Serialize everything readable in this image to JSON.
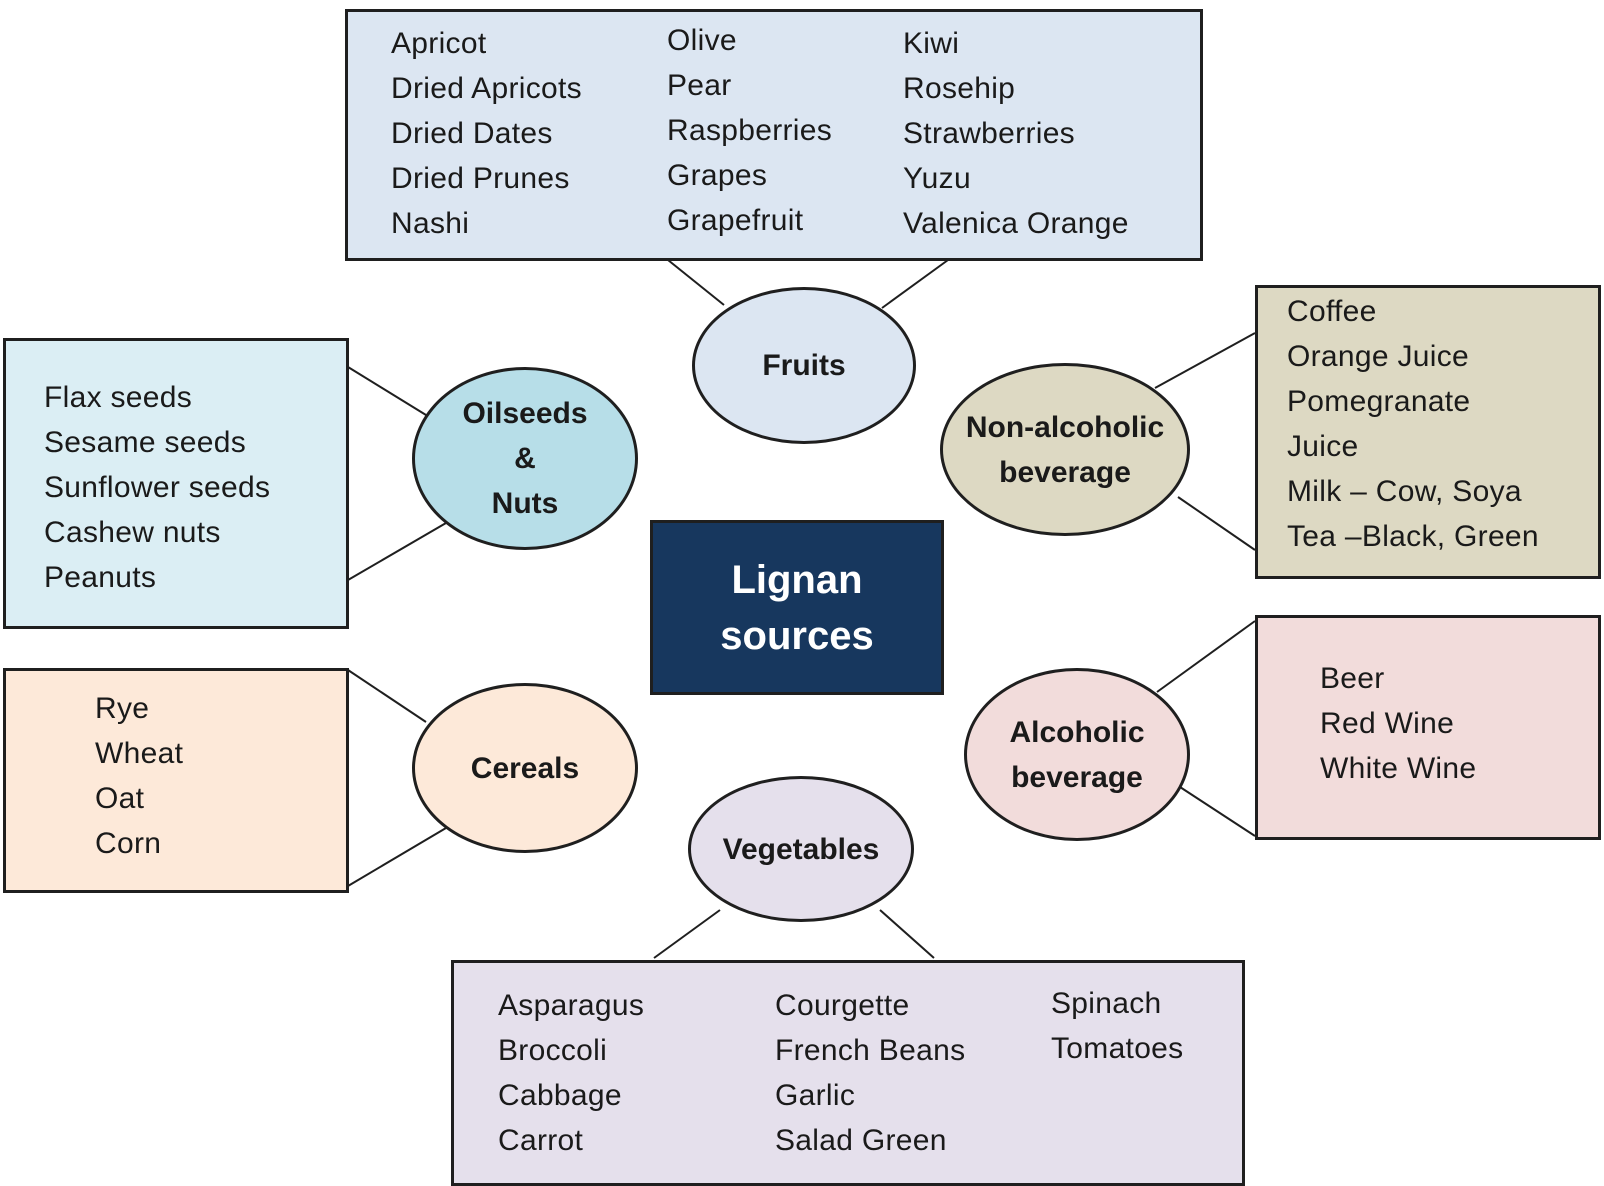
{
  "colors": {
    "fruits": "#dce6f2",
    "oilseeds": "#dbeef4",
    "oilseeds_ellipse": "#b7dee8",
    "nonalcoholic": "#ddd9c3",
    "alcoholic": "#f2dcdb",
    "cereals": "#fde9d9",
    "vegetables": "#e5e0ec",
    "center": "#17375e"
  },
  "center": {
    "title": "Lignan\nsources"
  },
  "categories": {
    "fruits": {
      "label": "Fruits",
      "items": [
        [
          "Apricot",
          "Dried Apricots",
          "Dried Dates",
          "Dried Prunes",
          "Nashi"
        ],
        [
          "Olive",
          "Pear",
          "Raspberries",
          "Grapes",
          "Grapefruit"
        ],
        [
          "Kiwi",
          "Rosehip",
          "Strawberries",
          "Yuzu",
          "Valenica Orange"
        ]
      ]
    },
    "oilseeds": {
      "label": "Oilseeds\n&\nNuts",
      "items": [
        [
          "Flax seeds",
          "Sesame seeds",
          "Sunflower seeds",
          "Cashew nuts",
          "Peanuts"
        ]
      ]
    },
    "nonalcoholic": {
      "label": "Non-alcoholic\nbeverage",
      "items": [
        [
          "Coffee",
          "Orange Juice",
          "Pomegranate",
          "Juice",
          "Milk – Cow, Soya",
          "Tea –Black, Green"
        ]
      ]
    },
    "alcoholic": {
      "label": "Alcoholic\nbeverage",
      "items": [
        [
          "Beer",
          "Red Wine",
          "White Wine"
        ]
      ]
    },
    "cereals": {
      "label": "Cereals",
      "items": [
        [
          "Rye",
          "Wheat",
          "Oat",
          "Corn"
        ]
      ]
    },
    "vegetables": {
      "label": "Vegetables",
      "items": [
        [
          "Asparagus",
          "Broccoli",
          "Cabbage",
          "Carrot"
        ],
        [
          "Courgette",
          "French Beans",
          "Garlic",
          "Salad Green"
        ],
        [
          "Spinach",
          "Tomatoes"
        ]
      ]
    }
  }
}
